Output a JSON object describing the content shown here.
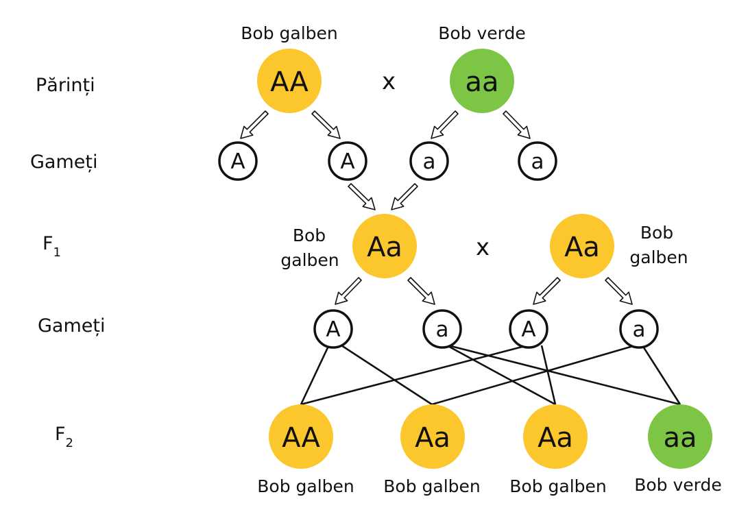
{
  "generations": {
    "parents": "Părinți",
    "gametes_1": "Gameți",
    "f1_main": "F",
    "f1_sub": "1",
    "gametes_2": "Gameți",
    "f2_main": "F",
    "f2_sub": "2"
  },
  "parents": {
    "left": {
      "phenotype": "Bob galben",
      "genotype": "AA",
      "color": "#fcc62d"
    },
    "cross": "x",
    "right": {
      "phenotype": "Bob verde",
      "genotype": "aa",
      "color": "#7dc544"
    }
  },
  "gametes_1": [
    "A",
    "A",
    "a",
    "a"
  ],
  "f1": {
    "left": {
      "phenotype_line1": "Bob",
      "phenotype_line2": "galben",
      "genotype": "Aa",
      "color": "#fcc62d"
    },
    "cross": "x",
    "right": {
      "phenotype_line1": "Bob",
      "phenotype_line2": "galben",
      "genotype": "Aa",
      "color": "#fcc62d"
    }
  },
  "gametes_2": [
    "A",
    "a",
    "A",
    "a"
  ],
  "f2": [
    {
      "genotype": "AA",
      "phenotype": "Bob galben",
      "color": "#fcc62d"
    },
    {
      "genotype": "Aa",
      "phenotype": "Bob galben",
      "color": "#fcc62d"
    },
    {
      "genotype": "Aa",
      "phenotype": "Bob galben",
      "color": "#fcc62d"
    },
    {
      "genotype": "aa",
      "phenotype": "Bob verde",
      "color": "#7dc544"
    }
  ]
}
